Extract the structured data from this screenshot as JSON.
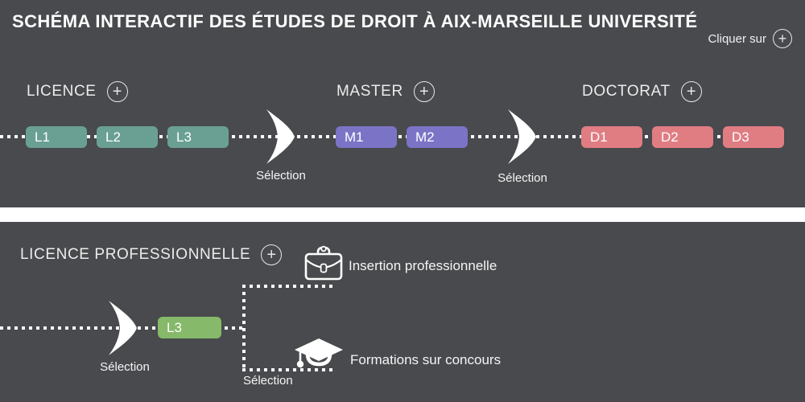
{
  "title": "SCHÉMA INTERACTIF DES ÉTUDES DE DROIT À AIX-MARSEILLE UNIVERSITÉ",
  "hint_label": "Cliquer sur",
  "icons": {
    "plus": "+"
  },
  "colors": {
    "background": "#484a4d",
    "separator": "#ffffff",
    "licence": "#6aa094",
    "master": "#7b74c6",
    "doctorat": "#e07d83",
    "licence_pro": "#86b969",
    "text": "#ffffff"
  },
  "top_sections": [
    {
      "label": "LICENCE",
      "boxes": [
        "L1",
        "L2",
        "L3"
      ]
    },
    {
      "label": "MASTER",
      "boxes": [
        "M1",
        "M2"
      ]
    },
    {
      "label": "DOCTORAT",
      "boxes": [
        "D1",
        "D2",
        "D3"
      ]
    }
  ],
  "selections": {
    "licence_to_master": "Sélection",
    "master_to_doctorat": "Sélection",
    "to_licence_pro": "Sélection",
    "pro_branch": "Sélection"
  },
  "bottom": {
    "heading": "LICENCE PROFESSIONNELLE",
    "box_label": "L3",
    "outcomes": [
      {
        "icon": "briefcase-icon",
        "label": "Insertion professionnelle"
      },
      {
        "icon": "graduation-cap-icon",
        "label": "Formations sur concours"
      }
    ]
  }
}
